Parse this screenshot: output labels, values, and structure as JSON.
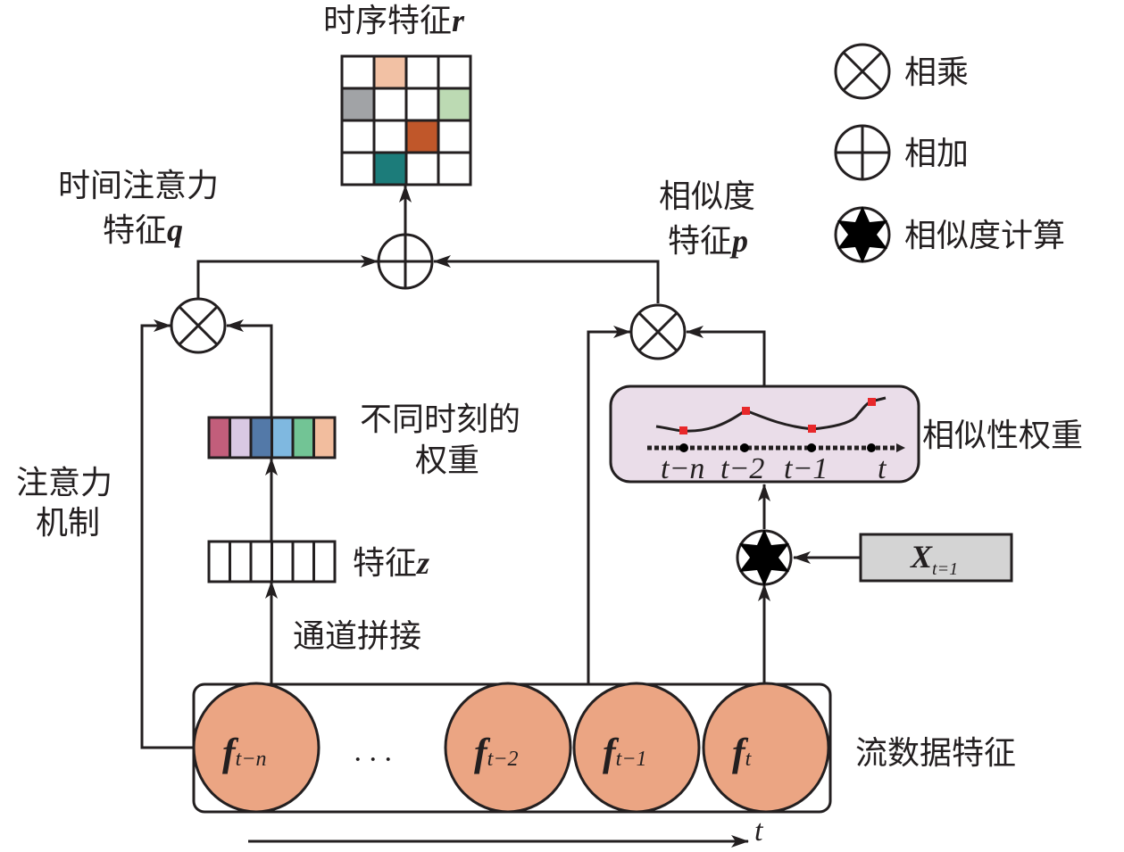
{
  "title": {
    "text": "时序特征",
    "var": "r"
  },
  "grid": {
    "rows": 4,
    "cols": 4,
    "colored_cells": [
      {
        "row": 0,
        "col": 1,
        "color": "#f2c1a4"
      },
      {
        "row": 1,
        "col": 0,
        "color": "#a1a3a6"
      },
      {
        "row": 1,
        "col": 3,
        "color": "#bcdab3"
      },
      {
        "row": 2,
        "col": 2,
        "color": "#c0572a"
      },
      {
        "row": 3,
        "col": 1,
        "color": "#1c7c7a"
      }
    ]
  },
  "legend": {
    "multiply": "相乘",
    "add": "相加",
    "similarity": "相似度计算"
  },
  "labels": {
    "time_attention_line1": "时间注意力",
    "time_attention_line2": "特征",
    "time_attention_var": "q",
    "similarity_line1": "相似度",
    "similarity_line2": "特征",
    "similarity_var": "p",
    "weights_line1": "不同时刻的",
    "weights_line2": "权重",
    "feature_z": "特征",
    "feature_z_var": "z",
    "concat": "通道拼接",
    "attention_line1": "注意力",
    "attention_line2": "机制",
    "similarity_weight": "相似性权重",
    "stream_features": "流数据特征",
    "time_axis": "t",
    "ellipsis": "· · ·"
  },
  "weight_colors": [
    "#c25e7b",
    "#d9c8e3",
    "#5379a8",
    "#7fb8e0",
    "#72c495",
    "#f2bd9e"
  ],
  "feature_z_cells": 6,
  "input": {
    "main": "X",
    "sub": "t=1"
  },
  "similarity_panel": {
    "bg": "#eadde9",
    "ticks": [
      "t−n",
      "t−2",
      "t−1",
      "t"
    ]
  },
  "stream": {
    "fill": "#eba583",
    "items": [
      {
        "main": "f",
        "sub": "t−n"
      },
      {
        "main": "f",
        "sub": "t−2"
      },
      {
        "main": "f",
        "sub": "t−1"
      },
      {
        "main": "f",
        "sub": "t"
      }
    ]
  }
}
